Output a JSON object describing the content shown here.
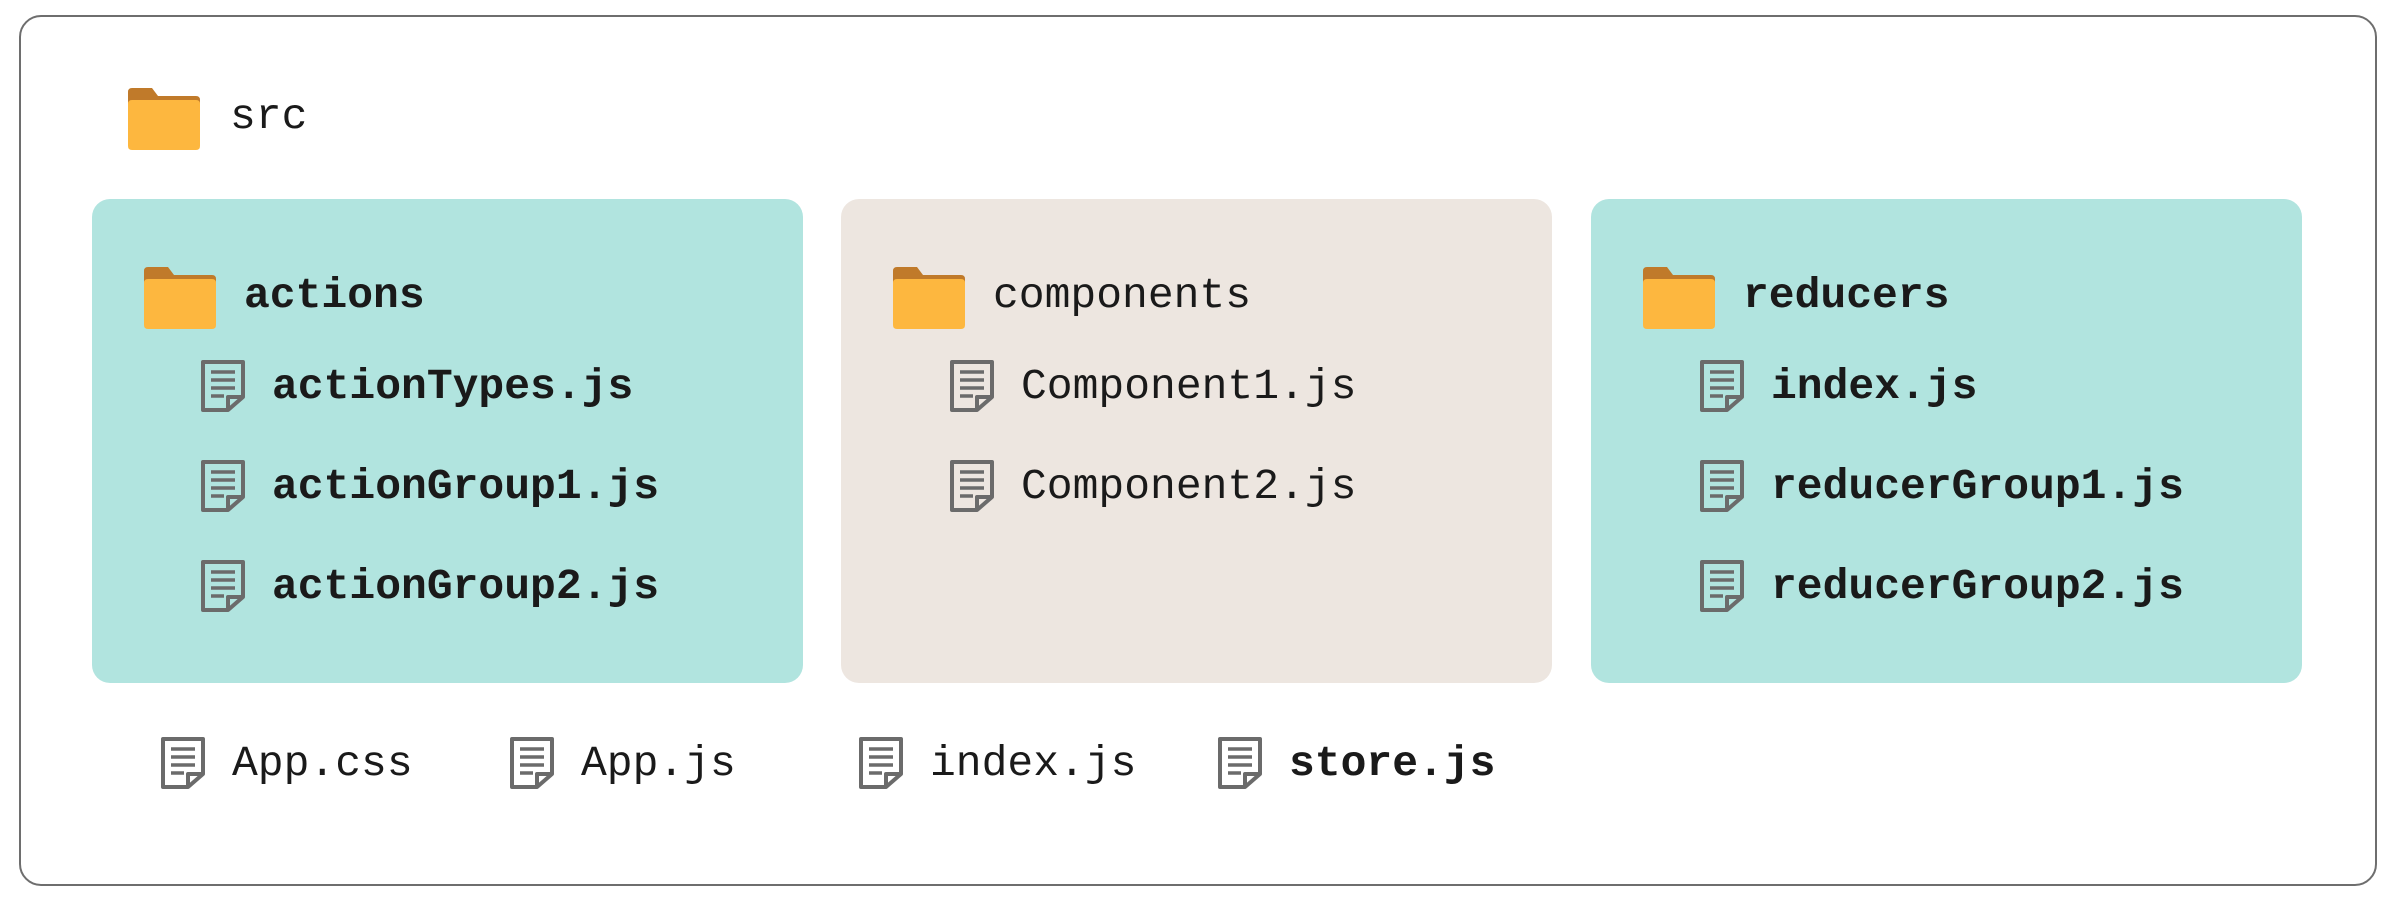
{
  "root": {
    "label": "src"
  },
  "folders": [
    {
      "label": "actions",
      "style": "teal",
      "bold": true,
      "files": [
        "actionTypes.js",
        "actionGroup1.js",
        "actionGroup2.js"
      ]
    },
    {
      "label": "components",
      "style": "beige",
      "bold": false,
      "files": [
        "Component1.js",
        "Component2.js"
      ]
    },
    {
      "label": "reducers",
      "style": "teal",
      "bold": true,
      "files": [
        "index.js",
        "reducerGroup1.js",
        "reducerGroup2.js"
      ]
    }
  ],
  "root_files": [
    {
      "label": "App.css",
      "bold": false
    },
    {
      "label": "App.js",
      "bold": false
    },
    {
      "label": "index.js",
      "bold": false
    },
    {
      "label": "store.js",
      "bold": true
    }
  ],
  "colors": {
    "panel_teal": "#b1e4df",
    "panel_beige": "#ede6e0",
    "folder_front": "#fdb73f",
    "folder_back": "#c07a2a",
    "file_icon": "#6b6b6b",
    "frame_border": "#6e6e6e"
  },
  "icons": {
    "folder": "folder-icon",
    "file": "file-icon"
  }
}
